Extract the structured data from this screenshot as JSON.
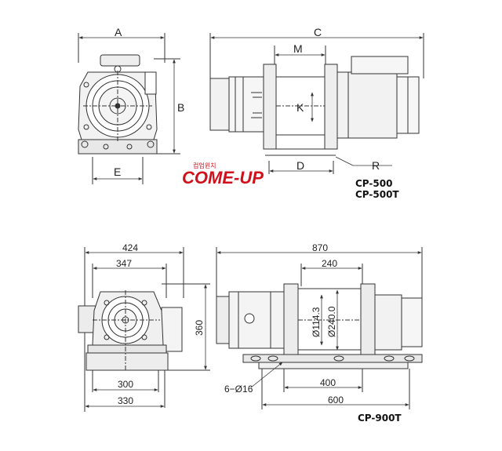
{
  "top_drawing": {
    "labels": {
      "a": "A",
      "b": "B",
      "c": "C",
      "d": "D",
      "e": "E",
      "k": "K",
      "m": "M",
      "r": "R"
    },
    "models": [
      "CP-500",
      "CP-500T"
    ]
  },
  "logo": {
    "korean": "컴업윈치",
    "brand": "COME-UP",
    "color": "#d0101a"
  },
  "bottom_drawing": {
    "dims": {
      "w424": "424",
      "w347": "347",
      "h360": "360",
      "w300": "300",
      "w330": "330",
      "w870": "870",
      "w240": "240",
      "d114": "Ø114.3",
      "d240": "Ø240.0",
      "holes": "6−Ø16",
      "w400": "400",
      "w600": "600"
    },
    "model": "CP-900T"
  }
}
